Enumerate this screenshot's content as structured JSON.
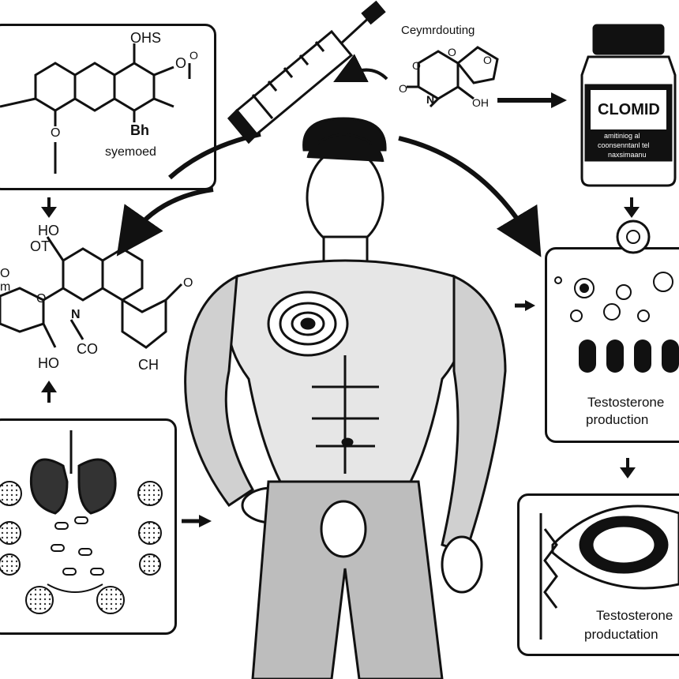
{
  "colors": {
    "ink": "#111111",
    "paper": "#ffffff",
    "skin": "#d9d9d9",
    "shade": "#8a8a8a"
  },
  "top_left_panel": {
    "atom_labels": [
      "OHS",
      "O",
      "O",
      "O",
      "Bh"
    ],
    "caption": "syemoed"
  },
  "top_center": {
    "caption": "Ceymrdouting",
    "atom_labels": [
      "O",
      "O",
      "O",
      "O",
      "N",
      "OH"
    ]
  },
  "bottle": {
    "brand": "CLOMID",
    "subtext_line1": "amitiniog al",
    "subtext_line2": "coonsenntanl tel",
    "subtext_line3": "naxsimaanu"
  },
  "left_molecule": {
    "atom_labels": [
      "HO",
      "OT",
      "O",
      "m",
      "O",
      "N",
      "O",
      "HO",
      "CO",
      "CH"
    ]
  },
  "right_panel_1": {
    "title_line1": "Testosterone",
    "title_line2": "production"
  },
  "right_panel_2": {
    "title_line1": "Testosterone",
    "title_line2": "productation"
  },
  "icons": {
    "syringe": "syringe-icon",
    "bottle": "pill-bottle-icon",
    "lungs": "lungs-icon",
    "body": "muscular-man-figure"
  }
}
